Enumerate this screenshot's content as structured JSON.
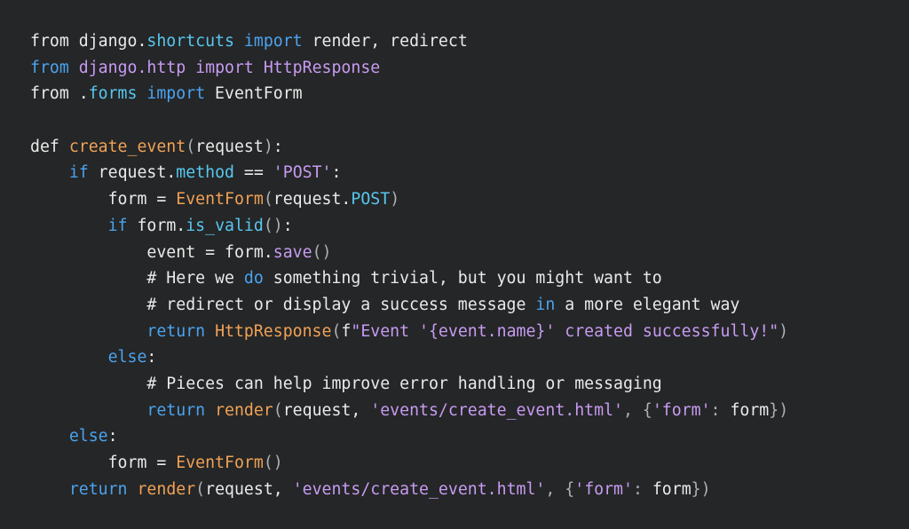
{
  "colors": {
    "background": "#252627",
    "plain": "#eaeaea",
    "keyword": "#4aa3f0",
    "function": "#f0a257",
    "attribute": "#57c7f0",
    "string": "#c79bf2",
    "punctuation": "#aeb0b3"
  },
  "lines": [
    [
      [
        "pl",
        "from django."
      ],
      [
        "at",
        "shortcuts"
      ],
      [
        "pl",
        " "
      ],
      [
        "kw",
        "import"
      ],
      [
        "pl",
        " render, redirect"
      ]
    ],
    [
      [
        "kw",
        "from"
      ],
      [
        "pl",
        " "
      ],
      [
        "st",
        "django.http"
      ],
      [
        "pl",
        " "
      ],
      [
        "st",
        "import"
      ],
      [
        "pl",
        " "
      ],
      [
        "st",
        "HttpResponse"
      ]
    ],
    [
      [
        "pl",
        "from ."
      ],
      [
        "at",
        "forms"
      ],
      [
        "pl",
        " "
      ],
      [
        "kw",
        "import"
      ],
      [
        "pl",
        " EventForm"
      ]
    ],
    [],
    [
      [
        "pl",
        "def "
      ],
      [
        "fn",
        "create_event"
      ],
      [
        "pu",
        "("
      ],
      [
        "pl",
        "request"
      ],
      [
        "pu",
        ")"
      ],
      [
        "pl",
        ":"
      ]
    ],
    [
      [
        "pl",
        "    "
      ],
      [
        "kw",
        "if"
      ],
      [
        "pl",
        " request."
      ],
      [
        "at",
        "method"
      ],
      [
        "pl",
        " == "
      ],
      [
        "st",
        "'POST'"
      ],
      [
        "pl",
        ":"
      ]
    ],
    [
      [
        "pl",
        "        form = "
      ],
      [
        "fn",
        "EventForm"
      ],
      [
        "pu",
        "("
      ],
      [
        "pl",
        "request."
      ],
      [
        "at",
        "POST"
      ],
      [
        "pu",
        ")"
      ]
    ],
    [
      [
        "pl",
        "        "
      ],
      [
        "kw",
        "if"
      ],
      [
        "pl",
        " form."
      ],
      [
        "at",
        "is_valid"
      ],
      [
        "pu",
        "()"
      ],
      [
        "pl",
        ":"
      ]
    ],
    [
      [
        "pl",
        "            event = form."
      ],
      [
        "st",
        "save"
      ],
      [
        "pu",
        "()"
      ]
    ],
    [
      [
        "pl",
        "            # Here we "
      ],
      [
        "kw",
        "do"
      ],
      [
        "pl",
        " something trivial, but you might want to"
      ]
    ],
    [
      [
        "pl",
        "            # redirect or display a success message "
      ],
      [
        "kw",
        "in"
      ],
      [
        "pl",
        " a more elegant way"
      ]
    ],
    [
      [
        "pl",
        "            "
      ],
      [
        "kw",
        "return"
      ],
      [
        "pl",
        " "
      ],
      [
        "fn",
        "HttpResponse"
      ],
      [
        "pu",
        "("
      ],
      [
        "pl",
        "f"
      ],
      [
        "st",
        "\"Event '{event.name}' created successfully!\""
      ],
      [
        "pu",
        ")"
      ]
    ],
    [
      [
        "pl",
        "        "
      ],
      [
        "kw",
        "else"
      ],
      [
        "pl",
        ":"
      ]
    ],
    [
      [
        "pl",
        "            # Pieces can help improve error handling or messaging"
      ]
    ],
    [
      [
        "pl",
        "            "
      ],
      [
        "kw",
        "return"
      ],
      [
        "pl",
        " "
      ],
      [
        "fn",
        "render"
      ],
      [
        "pu",
        "("
      ],
      [
        "pl",
        "request, "
      ],
      [
        "st",
        "'events/create_event.html'"
      ],
      [
        "pu",
        ", {"
      ],
      [
        "st",
        "'form'"
      ],
      [
        "pu",
        ": "
      ],
      [
        "pl",
        "form"
      ],
      [
        "pu",
        "})"
      ]
    ],
    [
      [
        "pl",
        "    "
      ],
      [
        "kw",
        "else"
      ],
      [
        "pl",
        ":"
      ]
    ],
    [
      [
        "pl",
        "        form = "
      ],
      [
        "fn",
        "EventForm"
      ],
      [
        "pu",
        "()"
      ]
    ],
    [
      [
        "pl",
        "    "
      ],
      [
        "kw",
        "return"
      ],
      [
        "pl",
        " "
      ],
      [
        "fn",
        "render"
      ],
      [
        "pu",
        "("
      ],
      [
        "pl",
        "request, "
      ],
      [
        "st",
        "'events/create_event.html'"
      ],
      [
        "pu",
        ", {"
      ],
      [
        "st",
        "'form'"
      ],
      [
        "pu",
        ": "
      ],
      [
        "pl",
        "form"
      ],
      [
        "pu",
        "})"
      ]
    ]
  ]
}
